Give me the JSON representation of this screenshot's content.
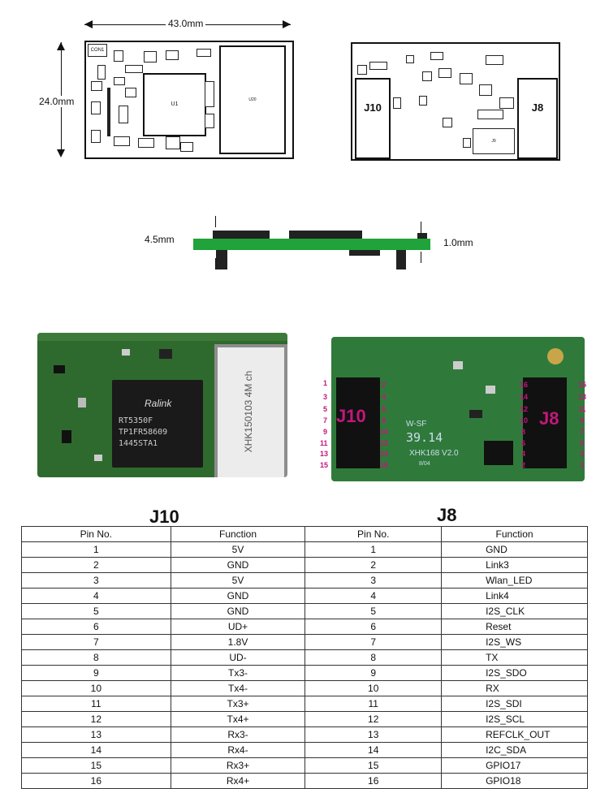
{
  "drawing": {
    "width_label": "43.0mm",
    "height_label": "24.0mm",
    "top_labels": {
      "con": "CON1",
      "chip": "U1",
      "module": "U20"
    },
    "bottom_labels": {
      "j10": "J10",
      "j8": "J8",
      "j9": "J9"
    },
    "side_thickness_label": "4.5mm",
    "side_pcb_label": "1.0mm"
  },
  "photos": {
    "chip_brand": "Ralink",
    "chip_lines": [
      "RT5350F",
      "TP1FR58609",
      "1445STA1"
    ],
    "module_text": "XHK150103 4M ch",
    "silk_j10": "J10",
    "silk_j8": "J8",
    "silk_lines": [
      "W-SF",
      "39.14",
      "XHK168  V2.0",
      "8/04"
    ],
    "j10_left": [
      "1",
      "3",
      "5",
      "7",
      "9",
      "11",
      "13",
      "15"
    ],
    "j10_right": [
      "2",
      "4",
      "6",
      "8",
      "10",
      "12",
      "14",
      "16"
    ],
    "j8_left": [
      "16",
      "14",
      "12",
      "10",
      "8",
      "6",
      "4",
      "2"
    ],
    "j8_right": [
      "15",
      "13",
      "11",
      "9",
      "7",
      "5",
      "3",
      "1"
    ]
  },
  "tables": {
    "j10_title": "J10",
    "j8_title": "J8",
    "header_pin": "Pin No.",
    "header_func": "Function",
    "rows": [
      {
        "p": "1",
        "f": "5V",
        "p2": "1",
        "f2": "GND"
      },
      {
        "p": "2",
        "f": "GND",
        "p2": "2",
        "f2": "Link3"
      },
      {
        "p": "3",
        "f": "5V",
        "p2": "3",
        "f2": "Wlan_LED"
      },
      {
        "p": "4",
        "f": "GND",
        "p2": "4",
        "f2": "Link4"
      },
      {
        "p": "5",
        "f": "GND",
        "p2": "5",
        "f2": "I2S_CLK"
      },
      {
        "p": "6",
        "f": "UD+",
        "p2": "6",
        "f2": "Reset"
      },
      {
        "p": "7",
        "f": "1.8V",
        "p2": "7",
        "f2": "I2S_WS"
      },
      {
        "p": "8",
        "f": "UD-",
        "p2": "8",
        "f2": "TX"
      },
      {
        "p": "9",
        "f": "Tx3-",
        "p2": "9",
        "f2": "I2S_SDO"
      },
      {
        "p": "10",
        "f": "Tx4-",
        "p2": "10",
        "f2": "RX"
      },
      {
        "p": "11",
        "f": "Tx3+",
        "p2": "11",
        "f2": "I2S_SDI"
      },
      {
        "p": "12",
        "f": "Tx4+",
        "p2": "12",
        "f2": "I2S_SCL"
      },
      {
        "p": "13",
        "f": "Rx3-",
        "p2": "13",
        "f2": "REFCLK_OUT"
      },
      {
        "p": "14",
        "f": "Rx4-",
        "p2": "14",
        "f2": "I2C_SDA"
      },
      {
        "p": "15",
        "f": "Rx3+",
        "p2": "15",
        "f2": "GPIO17"
      },
      {
        "p": "16",
        "f": "Rx4+",
        "p2": "16",
        "f2": "GPIO18"
      }
    ]
  }
}
